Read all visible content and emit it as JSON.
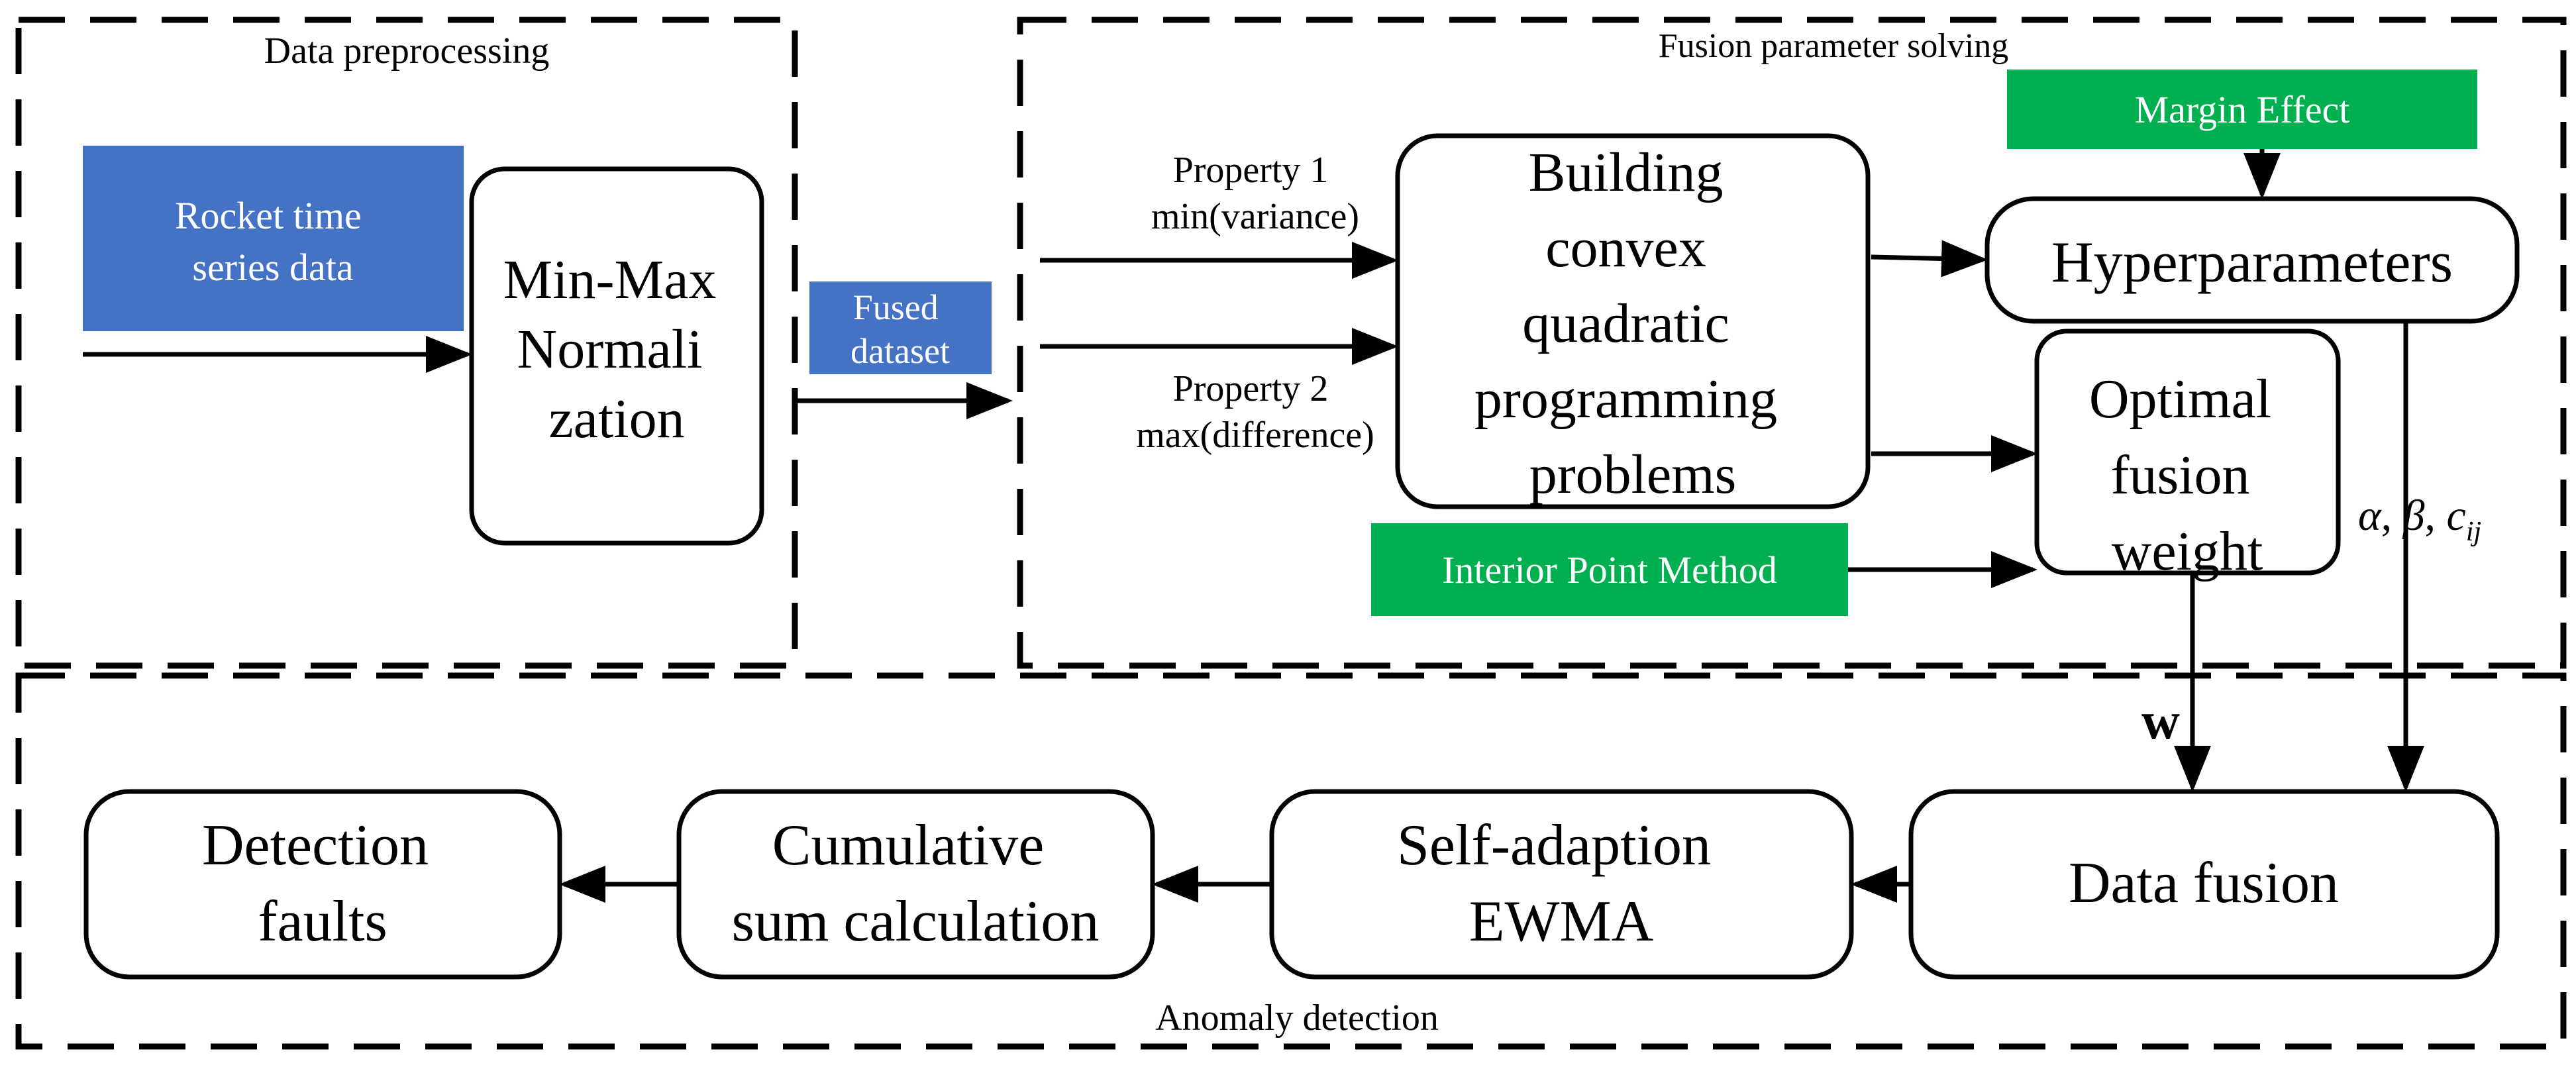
{
  "sections": {
    "preprocessing": "Data preprocessing",
    "fusion": "Fusion parameter solving",
    "anomaly": "Anomaly detection"
  },
  "nodes": {
    "rocket": [
      "Rocket  time",
      "series data"
    ],
    "minmax": [
      "Min-Max",
      "Normali",
      "zation"
    ],
    "fused": [
      "Fused",
      "dataset"
    ],
    "convex": [
      "Building",
      "convex",
      "quadratic",
      "programming",
      "problems"
    ],
    "margin": "Margin Effect",
    "hyper": "Hyperparameters",
    "optimal": [
      "Optimal",
      "fusion",
      "weight"
    ],
    "interior": "Interior Point Method",
    "datafusion": "Data fusion",
    "ewma": [
      "Self-adaption",
      "EWMA"
    ],
    "cusum": [
      "Cumulative",
      "sum calculation"
    ],
    "faults": [
      "Detection",
      "faults"
    ]
  },
  "labels": {
    "prop1": [
      "Property 1",
      "min(variance)"
    ],
    "prop2": [
      "Property 2",
      "max(difference)"
    ],
    "w": "w",
    "params": [
      "α",
      ", ",
      "β",
      ", ",
      "c",
      "ij"
    ]
  },
  "colors": {
    "blue_fill": "#4472c4",
    "green_fill": "#00b050",
    "line": "#000000"
  }
}
